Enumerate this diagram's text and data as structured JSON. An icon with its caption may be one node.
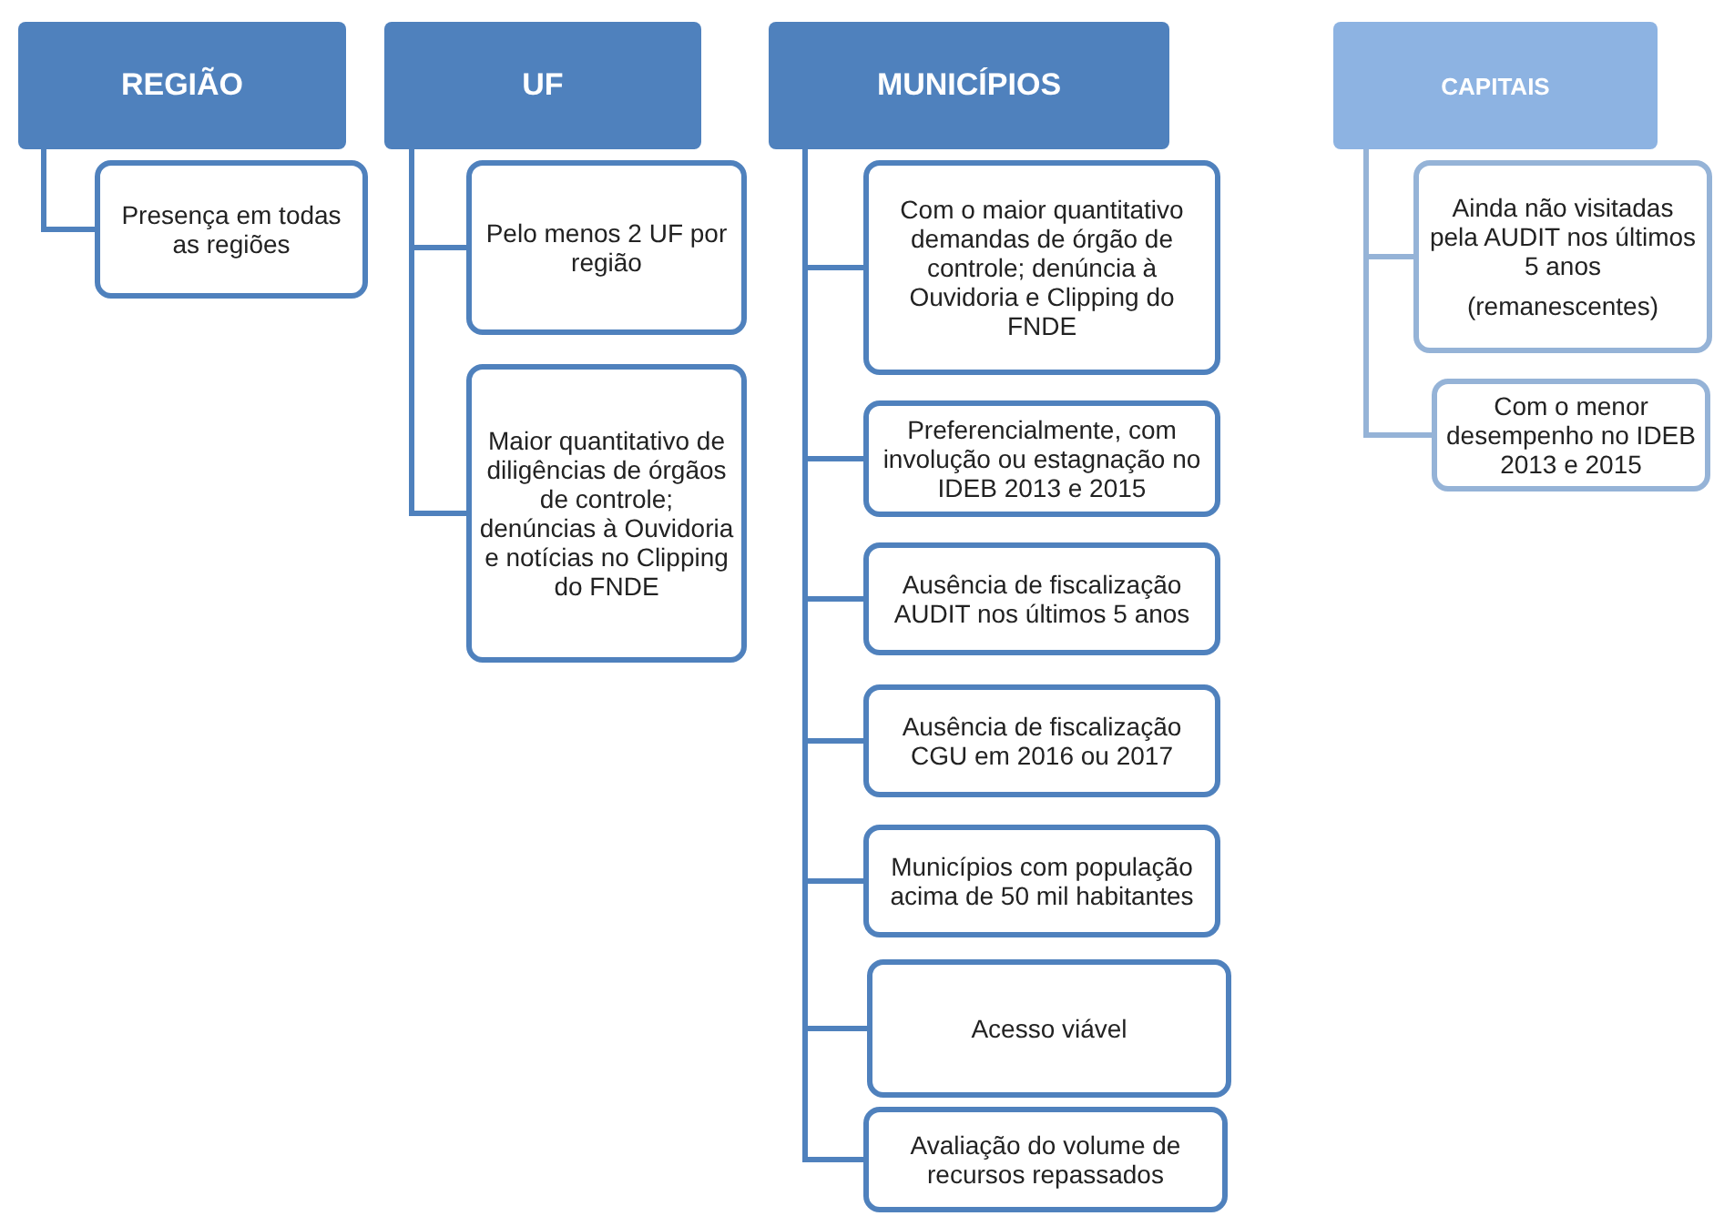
{
  "diagram": {
    "nodes": [
      {
        "text": [
          "REGIÃO"
        ]
      },
      {
        "text": [
          "Presença em todas as regiões"
        ]
      },
      {
        "text": [
          "UF"
        ]
      },
      {
        "text": [
          "Pelo menos 2 UF por região"
        ]
      },
      {
        "text": [
          "Maior quantitativo de diligências de órgãos de controle; denúncias à Ouvidoria e notícias no Clipping do FNDE"
        ]
      },
      {
        "text": [
          "MUNICÍPIOS"
        ]
      },
      {
        "text": [
          "Com o maior quantitativo demandas de órgão de controle; denúncia à Ouvidoria e Clipping do FNDE"
        ]
      },
      {
        "text": [
          "Preferencialmente, com involução ou estagnação no IDEB 2013 e 2015"
        ]
      },
      {
        "text": [
          "Ausência de fiscalização AUDIT nos últimos 5 anos"
        ]
      },
      {
        "text": [
          "Ausência de fiscalização CGU em 2016 ou 2017"
        ]
      },
      {
        "text": [
          "Municípios com população acima de 50 mil habitantes"
        ]
      },
      {
        "text": [
          "Acesso viável"
        ]
      },
      {
        "text": [
          "Avaliação do volume de recursos repassados"
        ]
      },
      {
        "text": [
          "CAPITAIS"
        ]
      },
      {
        "text": [
          "Ainda não visitadas pela AUDIT nos últimos 5 anos",
          "(remanescentes)"
        ]
      },
      {
        "text": [
          "Com o menor desempenho no IDEB 2013 e 2015"
        ]
      }
    ],
    "edges": [
      {
        "from": 0,
        "to": 1,
        "arrow": "none"
      },
      {
        "from": 2,
        "to": 3,
        "arrow": "none"
      },
      {
        "from": 2,
        "to": 4,
        "arrow": "none"
      },
      {
        "from": 5,
        "to": 6,
        "arrow": "none"
      },
      {
        "from": 5,
        "to": 7,
        "arrow": "none"
      },
      {
        "from": 5,
        "to": 8,
        "arrow": "none"
      },
      {
        "from": 5,
        "to": 9,
        "arrow": "none"
      },
      {
        "from": 5,
        "to": 10,
        "arrow": "none"
      },
      {
        "from": 5,
        "to": 11,
        "arrow": "none"
      },
      {
        "from": 5,
        "to": 12,
        "arrow": "none"
      },
      {
        "from": 13,
        "to": 14,
        "arrow": "none",
        "color": "#95b3d7"
      },
      {
        "from": 13,
        "to": 15,
        "arrow": "none",
        "color": "#95b3d7"
      }
    ]
  }
}
